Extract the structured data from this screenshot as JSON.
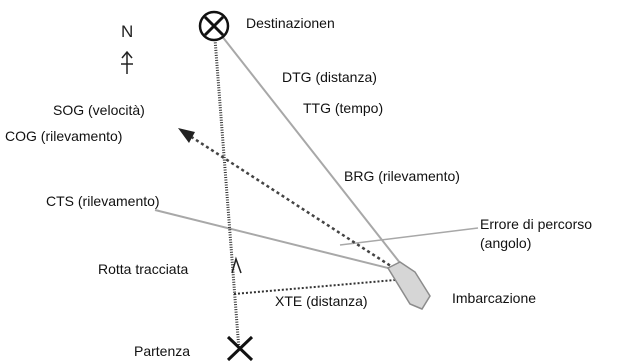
{
  "labels": {
    "destination": "Destinazionen",
    "dtg": "DTG (distanza)",
    "ttg": "TTG (tempo)",
    "sog": "SOG (velocità)",
    "cog": "COG (rilevamento)",
    "brg": "BRG (rilevamento)",
    "cts": "CTS (rilevamento)",
    "course_error_line1": "Errore di percorso",
    "course_error_line2": "(angolo)",
    "planned_route": "Rotta tracciata",
    "xte": "XTE (distanza)",
    "vessel": "Imbarcazione",
    "departure": "Partenza"
  },
  "compass": {
    "north_letter": "N"
  },
  "colors": {
    "ink": "#111111",
    "route": "#222222",
    "grey_line": "#9a9a9a",
    "boat_fill": "#d6d6d6",
    "boat_stroke": "#8c8c8c"
  }
}
